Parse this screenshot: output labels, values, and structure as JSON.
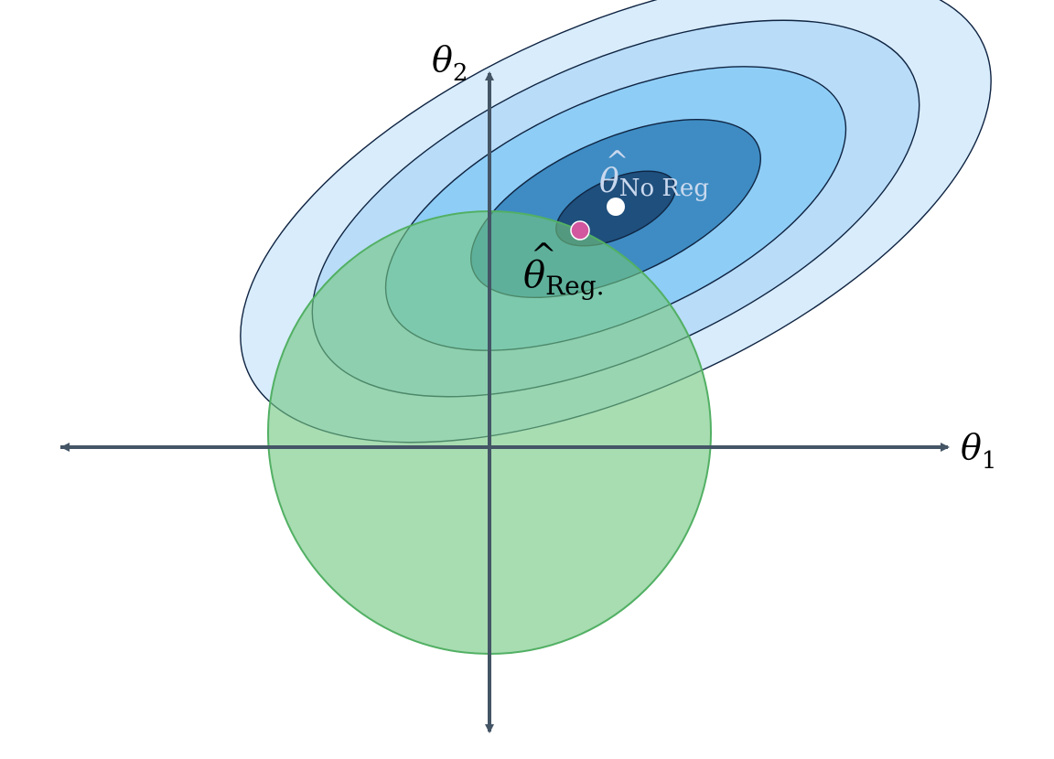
{
  "diagram": {
    "axes": {
      "x_label_base": "θ",
      "x_label_sub": "1",
      "y_label_base": "θ",
      "y_label_sub": "2"
    },
    "points": {
      "no_reg": {
        "base": "θ",
        "hat": "^",
        "sub": "No Reg",
        "color": "#ffffff"
      },
      "reg": {
        "base": "θ",
        "hat": "^",
        "sub": "Reg.",
        "color": "#d2579f"
      }
    },
    "colors": {
      "axis": "#445566",
      "contour_stroke": "#0f2442",
      "contour_fills": [
        "#d8ecfb",
        "#b9dcf8",
        "#8ecdf6",
        "#3e8cc3",
        "#1f4f7c"
      ],
      "constraint_fill": "#72c781",
      "constraint_stroke": "#52b064"
    }
  }
}
